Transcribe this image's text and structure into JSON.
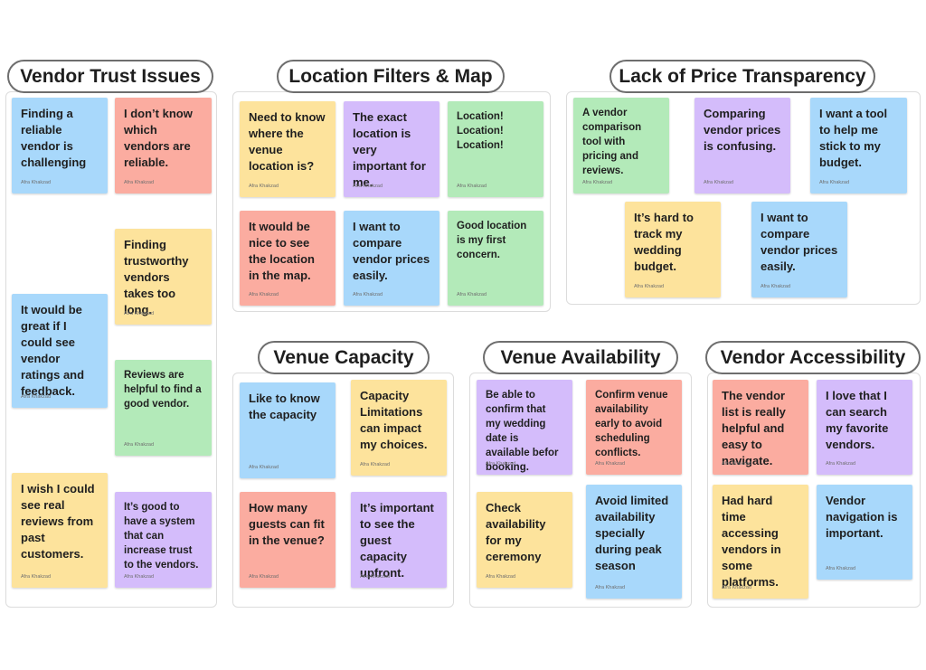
{
  "author": "Afra Khakzad",
  "colors": {
    "blue": "#a8d8fb",
    "red": "#fbaca0",
    "yellow": "#fde39c",
    "purple": "#d4bcfb",
    "green": "#b3eab9"
  },
  "groups": [
    {
      "title": "Vendor Trust Issues",
      "notes": [
        {
          "text": "Finding a reliable vendor is challenging",
          "color": "blue"
        },
        {
          "text": "I don’t know which vendors are reliable.",
          "color": "red"
        },
        {
          "text": "Finding trustworthy vendors takes too long.",
          "color": "yellow"
        },
        {
          "text": "It would be great if I could see vendor ratings and feedback.",
          "color": "blue"
        },
        {
          "text": "Reviews are helpful to find a good vendor.",
          "color": "green"
        },
        {
          "text": "I wish I could see real reviews from past customers.",
          "color": "yellow"
        },
        {
          "text": "It’s good to have a system that can increase trust to the vendors.",
          "color": "purple"
        }
      ]
    },
    {
      "title": "Location Filters & Map",
      "notes": [
        {
          "text": "Need to know where the venue location is?",
          "color": "yellow"
        },
        {
          "text": "The exact location is very important for me.",
          "color": "purple"
        },
        {
          "text": "Location! Location! Location!",
          "color": "green"
        },
        {
          "text": "It would be nice to see the location in the map.",
          "color": "red"
        },
        {
          "text": "I want to compare vendor prices easily.",
          "color": "blue"
        },
        {
          "text": "Good location is my first concern.",
          "color": "green"
        }
      ]
    },
    {
      "title": "Lack of Price Transparency",
      "notes": [
        {
          "text": "A vendor comparison tool with pricing and reviews.",
          "color": "green"
        },
        {
          "text": "Comparing vendor prices is confusing.",
          "color": "purple"
        },
        {
          "text": "I want a tool to help me stick to my budget.",
          "color": "blue"
        },
        {
          "text": "It’s hard to track my wedding budget.",
          "color": "yellow"
        },
        {
          "text": "I want to compare vendor prices easily.",
          "color": "blue"
        }
      ]
    },
    {
      "title": "Venue Capacity",
      "notes": [
        {
          "text": "Like to know the capacity",
          "color": "blue"
        },
        {
          "text": "Capacity Limitations can impact my choices.",
          "color": "yellow"
        },
        {
          "text": "How many guests can fit in the venue?",
          "color": "red"
        },
        {
          "text": "It’s important to see the guest capacity upfront.",
          "color": "purple"
        }
      ]
    },
    {
      "title": "Venue Availability",
      "notes": [
        {
          "text": "Be able to confirm that my wedding date is available befor booking.",
          "color": "purple"
        },
        {
          "text": "Confirm venue availability early to avoid scheduling conflicts.",
          "color": "red"
        },
        {
          "text": "Check availability for my ceremony",
          "color": "yellow"
        },
        {
          "text": "Avoid limited availability specially during peak season",
          "color": "blue"
        }
      ]
    },
    {
      "title": "Vendor Accessibility",
      "notes": [
        {
          "text": "The vendor list is really helpful and easy to navigate.",
          "color": "red"
        },
        {
          "text": "I love that I can search my favorite vendors.",
          "color": "purple"
        },
        {
          "text": "Had hard time accessing vendors in some platforms.",
          "color": "yellow"
        },
        {
          "text": "Vendor navigation is important.",
          "color": "blue"
        }
      ]
    }
  ]
}
